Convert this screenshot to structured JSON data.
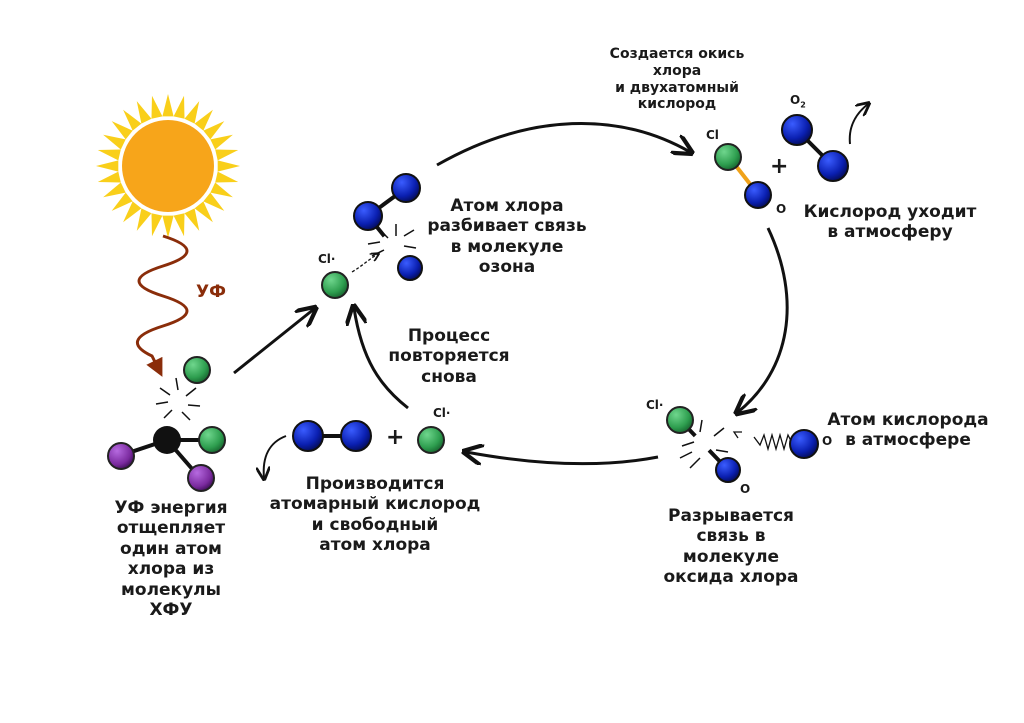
{
  "labels": {
    "uv": "УФ",
    "step1": "УФ энергия\nотщепляет\nодин атом\nхлора из\nмолекулы\nХФУ",
    "step2": "Атом хлора\nразбивает связь\nв молекуле\nозона",
    "step3": "Создается окись\nхлора\nи двухатомный\nкислород",
    "step3b": "Кислород уходит\nв атмосферу",
    "step4a": "Атом кислорода\nв атмосфере",
    "step4": "Разрывается\nсвязь в\nмолекуле\nоксида хлора",
    "step5": "Производится\nатомарный кислород\nи свободный\nатом хлора",
    "repeat": "Процесс\nповторяется\nснова",
    "cl": "Cl·",
    "cl_top": "Cl",
    "o": "O",
    "o2": "O",
    "o2_sub": "2",
    "plus": "+"
  },
  "colors": {
    "chlorine": "#2e9e4f",
    "oxygen": "#0a1fb0",
    "cfc_center": "#111111",
    "cfc_arm": "#7a2a9e",
    "sun": "#f7a51a",
    "sun_rays": "#f9cf1a",
    "uv_wave": "#8a2d0a",
    "bond_clo": "#f0a21a"
  }
}
